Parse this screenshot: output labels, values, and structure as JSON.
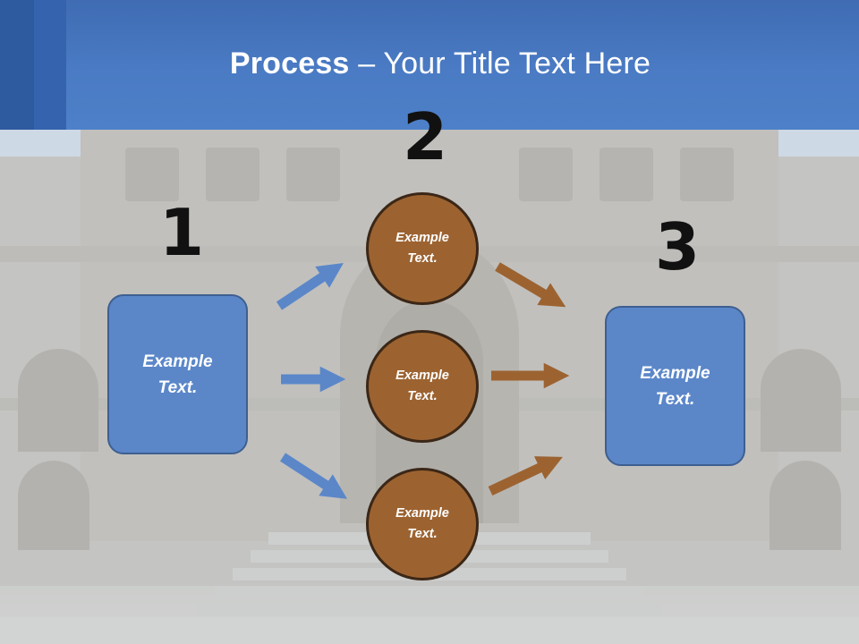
{
  "slide": {
    "title_bold": "Process",
    "title_rest": " – Your Title Text Here"
  },
  "steps": {
    "one": "1",
    "two": "2",
    "three": "3"
  },
  "left_box": {
    "text": "Example\nText."
  },
  "right_box": {
    "text": "Example\nText."
  },
  "circles": [
    {
      "text": "Example\nText."
    },
    {
      "text": "Example\nText."
    },
    {
      "text": "Example\nText."
    }
  ],
  "colors": {
    "title_bar": "#4a7bc4",
    "box_fill": "#5b87c9",
    "circle_fill": "#9c6331",
    "blue_arrow": "#5b87c9",
    "brown_arrow": "#9c6331"
  }
}
